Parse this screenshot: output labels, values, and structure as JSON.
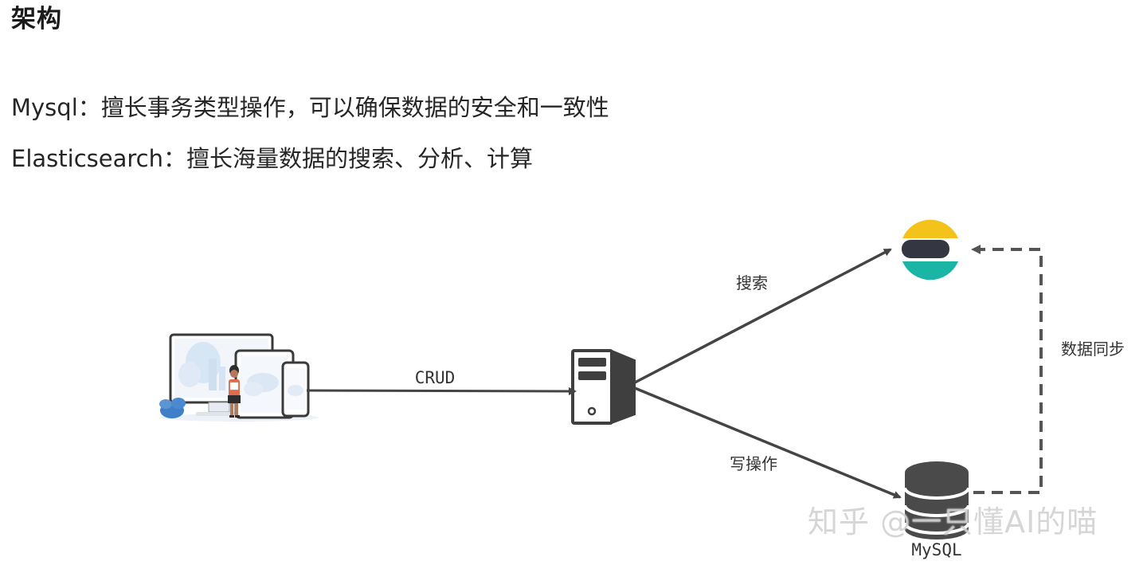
{
  "heading": "架构",
  "lines": {
    "mysql": "Mysql：擅长事务类型操作，可以确保数据的安全和一致性",
    "es": "Elasticsearch：擅长海量数据的搜索、分析、计算"
  },
  "diagram": {
    "edge_crud": "CRUD",
    "edge_search": "搜索",
    "edge_write": "写操作",
    "edge_sync": "数据同步",
    "db_label": "MySQL"
  },
  "colors": {
    "line": "#444444",
    "server": "#3f3f3f",
    "es_yellow": "#f3c21b",
    "es_teal": "#1bb5a5",
    "es_dark": "#343741",
    "db": "#4a4a4a",
    "client_blue": "#3f7fc8"
  },
  "watermark": "知乎 @一只懂AI的喵"
}
